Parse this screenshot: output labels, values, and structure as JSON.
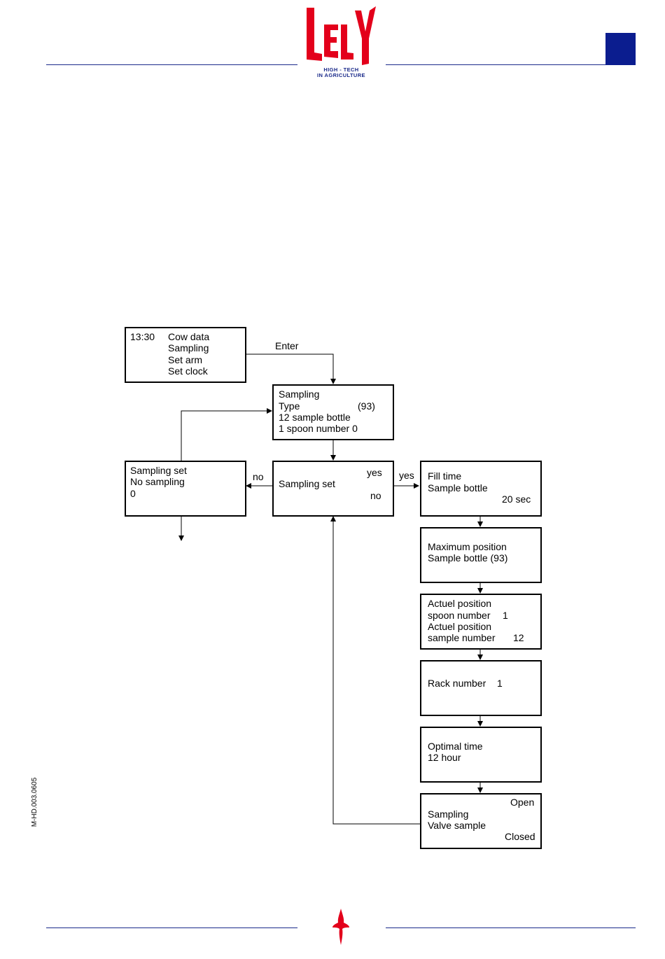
{
  "header": {
    "brand": "LELY",
    "tagline_1": "HIGH - TECH",
    "tagline_2": "IN AGRICULTURE"
  },
  "side_code": "M-HD.003.0605",
  "colors": {
    "brand_red": "#e3001b",
    "brand_blue": "#0b1d8f"
  },
  "flow": {
    "main_menu": {
      "time": "13:30",
      "items": [
        "Cow data",
        "Sampling",
        "Set arm",
        "Set clock"
      ]
    },
    "enter_label": "Enter",
    "sampling_type": {
      "l1": "Sampling",
      "l2": "Type",
      "l2_value": "(93)",
      "l3": "12 sample bottle",
      "l4": "1 spoon number  0"
    },
    "sampling_set": {
      "label": "Sampling set",
      "opt_yes": "yes",
      "opt_no": "no"
    },
    "no_label": "no",
    "yes_label": "yes",
    "no_sampling": {
      "l1": "Sampling set",
      "l2": "No sampling",
      "l3": "0"
    },
    "fill_time": {
      "l1": "Fill time",
      "l2": "Sample bottle",
      "value": "20 sec"
    },
    "max_position": {
      "l1": "Maximum position",
      "l2": "Sample bottle (93)"
    },
    "actual_position": {
      "l1": "Actuel position",
      "l2": "spoon number",
      "l2_value": "1",
      "l3": "Actuel position",
      "l4": "sample number",
      "l4_value": "12"
    },
    "rack": {
      "label": "Rack number",
      "value": "1"
    },
    "optimal_time": {
      "l1": "Optimal time",
      "l2": "12 hour"
    },
    "valve": {
      "open": "Open",
      "l1": "Sampling",
      "l2": "Valve sample",
      "closed": "Closed"
    }
  }
}
